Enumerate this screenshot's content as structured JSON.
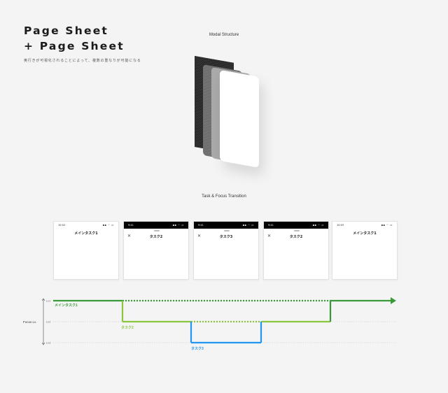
{
  "header": {
    "title_line1": "Page Sheet",
    "title_line2": "+ Page Sheet",
    "subtitle": "奥行きが可視化されることによって、複数の重なりが可能になる"
  },
  "modal_structure": {
    "label": "Modal Structure"
  },
  "transition": {
    "label": "Task & Focus Transition",
    "screens": [
      {
        "time": "10:02",
        "title": "メインタスク1",
        "style": "light",
        "close": false
      },
      {
        "time": "9:41",
        "title": "タスク2",
        "style": "dark",
        "close": true
      },
      {
        "time": "9:41",
        "title": "タスク3",
        "style": "dark",
        "close": true
      },
      {
        "time": "9:41",
        "title": "タスク2",
        "style": "dark",
        "close": true
      },
      {
        "time": "10:03",
        "title": "メインタスク1",
        "style": "light",
        "close": false
      }
    ],
    "close_glyph": "✕"
  },
  "chart_data": {
    "type": "line",
    "ylabel": "Focus Lv.",
    "levels": [
      "Lv.1",
      "Lv.2",
      "Lv.3"
    ],
    "steps": [
      1,
      2,
      3,
      4,
      5
    ],
    "series": [
      {
        "name": "メインタスク1",
        "color": "#3a9a3a",
        "segments": [
          {
            "from": 0,
            "to": 1,
            "level": 1,
            "style": "solid"
          },
          {
            "from": 1,
            "to": 4,
            "level": 1,
            "style": "dotted"
          },
          {
            "from": 4,
            "to": 5,
            "level": 1,
            "style": "solid",
            "arrow": true
          }
        ]
      },
      {
        "name": "タスク2",
        "color": "#8cc63f",
        "segments": [
          {
            "from": 1,
            "to": 2,
            "level": 2,
            "style": "solid"
          },
          {
            "from": 2,
            "to": 3,
            "level": 2,
            "style": "dotted"
          },
          {
            "from": 3,
            "to": 4,
            "level": 2,
            "style": "solid"
          }
        ]
      },
      {
        "name": "タスク3",
        "color": "#2196f3",
        "segments": [
          {
            "from": 2,
            "to": 3,
            "level": 3,
            "style": "solid"
          }
        ]
      }
    ]
  },
  "colors": {
    "main": "#3a9a3a",
    "task2": "#8cc63f",
    "task3": "#2196f3"
  },
  "icons": {
    "signal": "signal-wifi-battery-icon"
  }
}
